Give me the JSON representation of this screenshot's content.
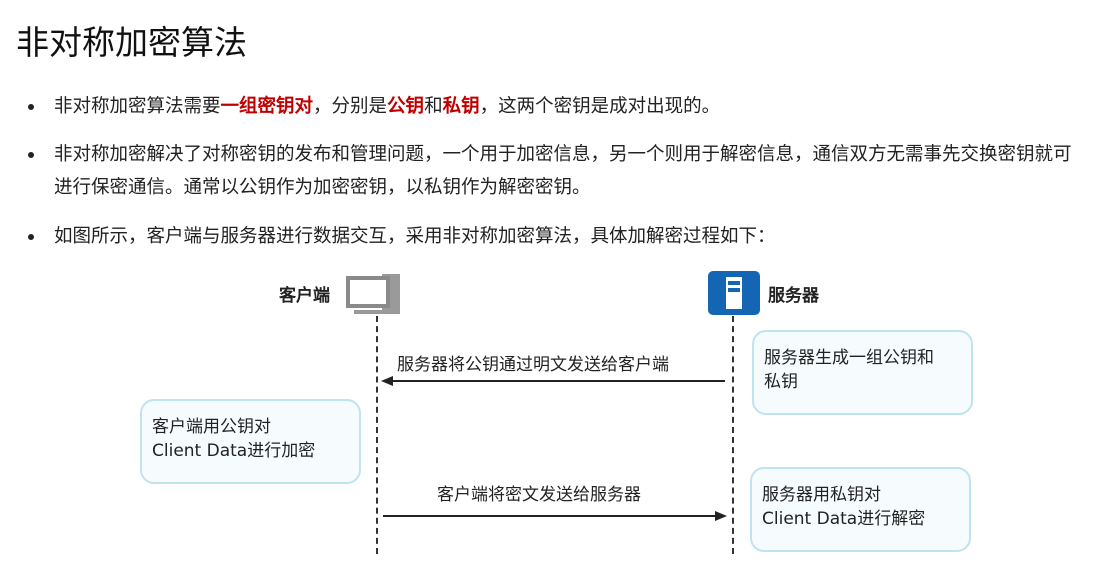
{
  "title": "非对称加密算法",
  "bullets": [
    {
      "parts": [
        {
          "text": "非对称加密算法需要",
          "emph": false
        },
        {
          "text": "一组密钥对",
          "emph": true
        },
        {
          "text": "，分别是",
          "emph": false
        },
        {
          "text": "公钥",
          "emph": true
        },
        {
          "text": "和",
          "emph": false
        },
        {
          "text": "私钥",
          "emph": true
        },
        {
          "text": "，这两个密钥是成对出现的。",
          "emph": false
        }
      ]
    },
    {
      "text": "非对称加密解决了对称密钥的发布和管理问题，一个用于加密信息，另一个则用于解密信息，通信双方无需事先交换密钥就可进行保密通信。通常以公钥作为加密密钥，以私钥作为解密密钥。"
    },
    {
      "text": "如图所示，客户端与服务器进行数据交互，采用非对称加密算法，具体加解密过程如下："
    }
  ],
  "diagram": {
    "client_label": "客户端",
    "server_label": "服务器",
    "client_icon": "computer-icon",
    "server_icon": "server-icon",
    "msg1": "服务器将公钥通过明文发送给客户端",
    "msg2": "客户端将密文发送给服务器",
    "box_server_gen": [
      "服务器生成一组公钥和",
      "私钥"
    ],
    "box_client_enc": [
      "客户端用公钥对",
      "Client Data进行加密"
    ],
    "box_server_dec": [
      "服务器用私钥对",
      "Client Data进行解密"
    ],
    "accent": "#1565b5",
    "emph_color": "#c00000"
  }
}
